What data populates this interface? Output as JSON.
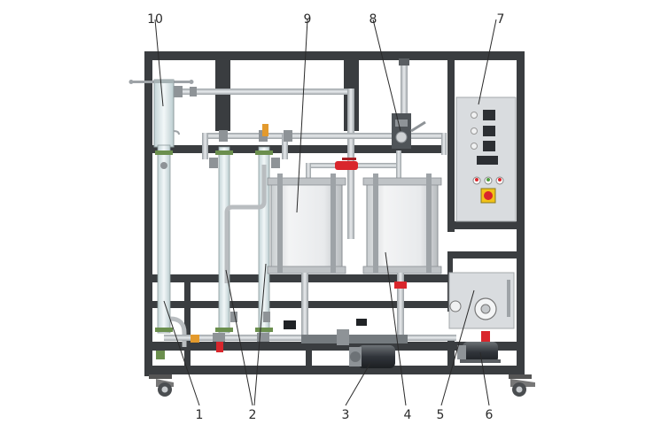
{
  "diagram": {
    "callouts": {
      "c1": "1",
      "c2": "2",
      "c3": "3",
      "c4": "4",
      "c5": "5",
      "c6": "6",
      "c7": "7",
      "c8": "8",
      "c9": "9",
      "c10": "10"
    }
  },
  "colors": {
    "frame": "#3a3d40",
    "pipe": "#bfc3c6",
    "pipe_dark": "#8e9397",
    "tank": "#e6e8ea",
    "glass": "#dfeaec",
    "panel": "#d9dcdf",
    "valve_red": "#d9262c",
    "fitting_green": "#6b8f4e",
    "fitting_orange": "#e39a2d"
  }
}
